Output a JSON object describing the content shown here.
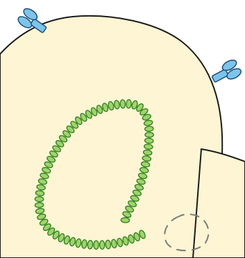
{
  "diagram": {
    "colors": {
      "background": "#ffffff",
      "cell_fill": "#fdf5d3",
      "cell_stroke": "#1a1a1a",
      "bead_fill": "#9fd46a",
      "bead_stroke": "#2e7d1f",
      "receptor_fill": "#7cc4ea",
      "receptor_stroke": "#1f4f73",
      "vesicle_stroke": "#7a7a7a"
    },
    "elements": {
      "cells": [
        "upper-cell",
        "lower-cell"
      ],
      "receptors": [
        "receptor-top-left",
        "receptor-right"
      ],
      "bead_chain": "circular-bead-chain",
      "vesicle": "dashed-vesicle"
    }
  }
}
